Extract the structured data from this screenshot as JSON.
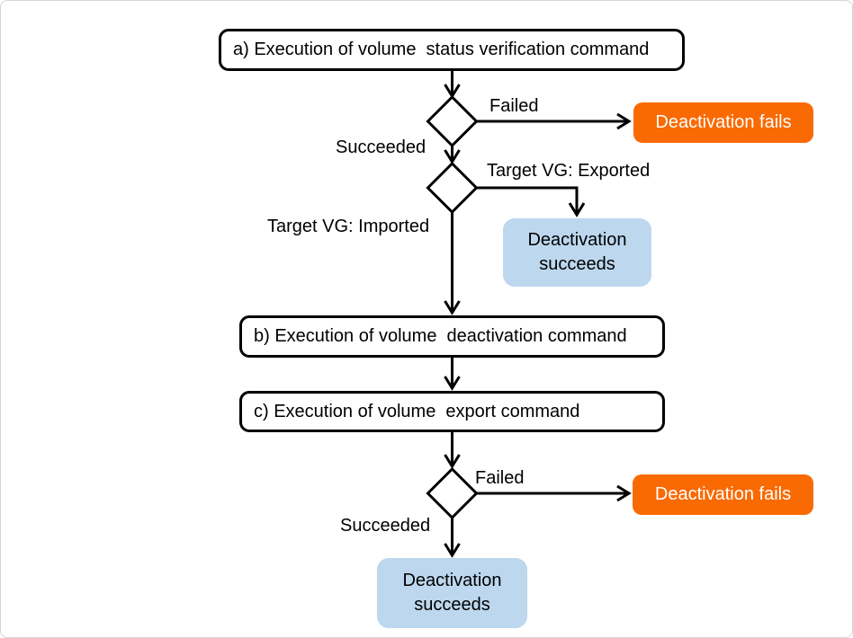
{
  "diagram": {
    "title": "volume-deactivation-flowchart",
    "process_boxes": {
      "a": "a) Execution of volume  status verification command",
      "b": "b) Execution of volume  deactivation command",
      "c": "c) Execution of volume  export command"
    },
    "outcome_boxes": {
      "fail_top": "Deactivation fails",
      "fail_bottom": "Deactivation fails",
      "success_right": {
        "line1": "Deactivation",
        "line2": "succeeds"
      },
      "success_bottom": {
        "line1": "Deactivation",
        "line2": "succeeds"
      }
    },
    "edge_labels": {
      "failed_top": "Failed",
      "succeeded_top": "Succeeded",
      "target_vg_exported": "Target VG: Exported",
      "target_vg_imported": "Target VG: Imported",
      "failed_bottom": "Failed",
      "succeeded_bottom": "Succeeded"
    },
    "colors": {
      "fail_fill": "#f96a02",
      "fail_text": "#ffffff",
      "success_fill": "#bdd7ee",
      "stroke": "#000000",
      "frame_border": "#d6d6d6"
    }
  }
}
